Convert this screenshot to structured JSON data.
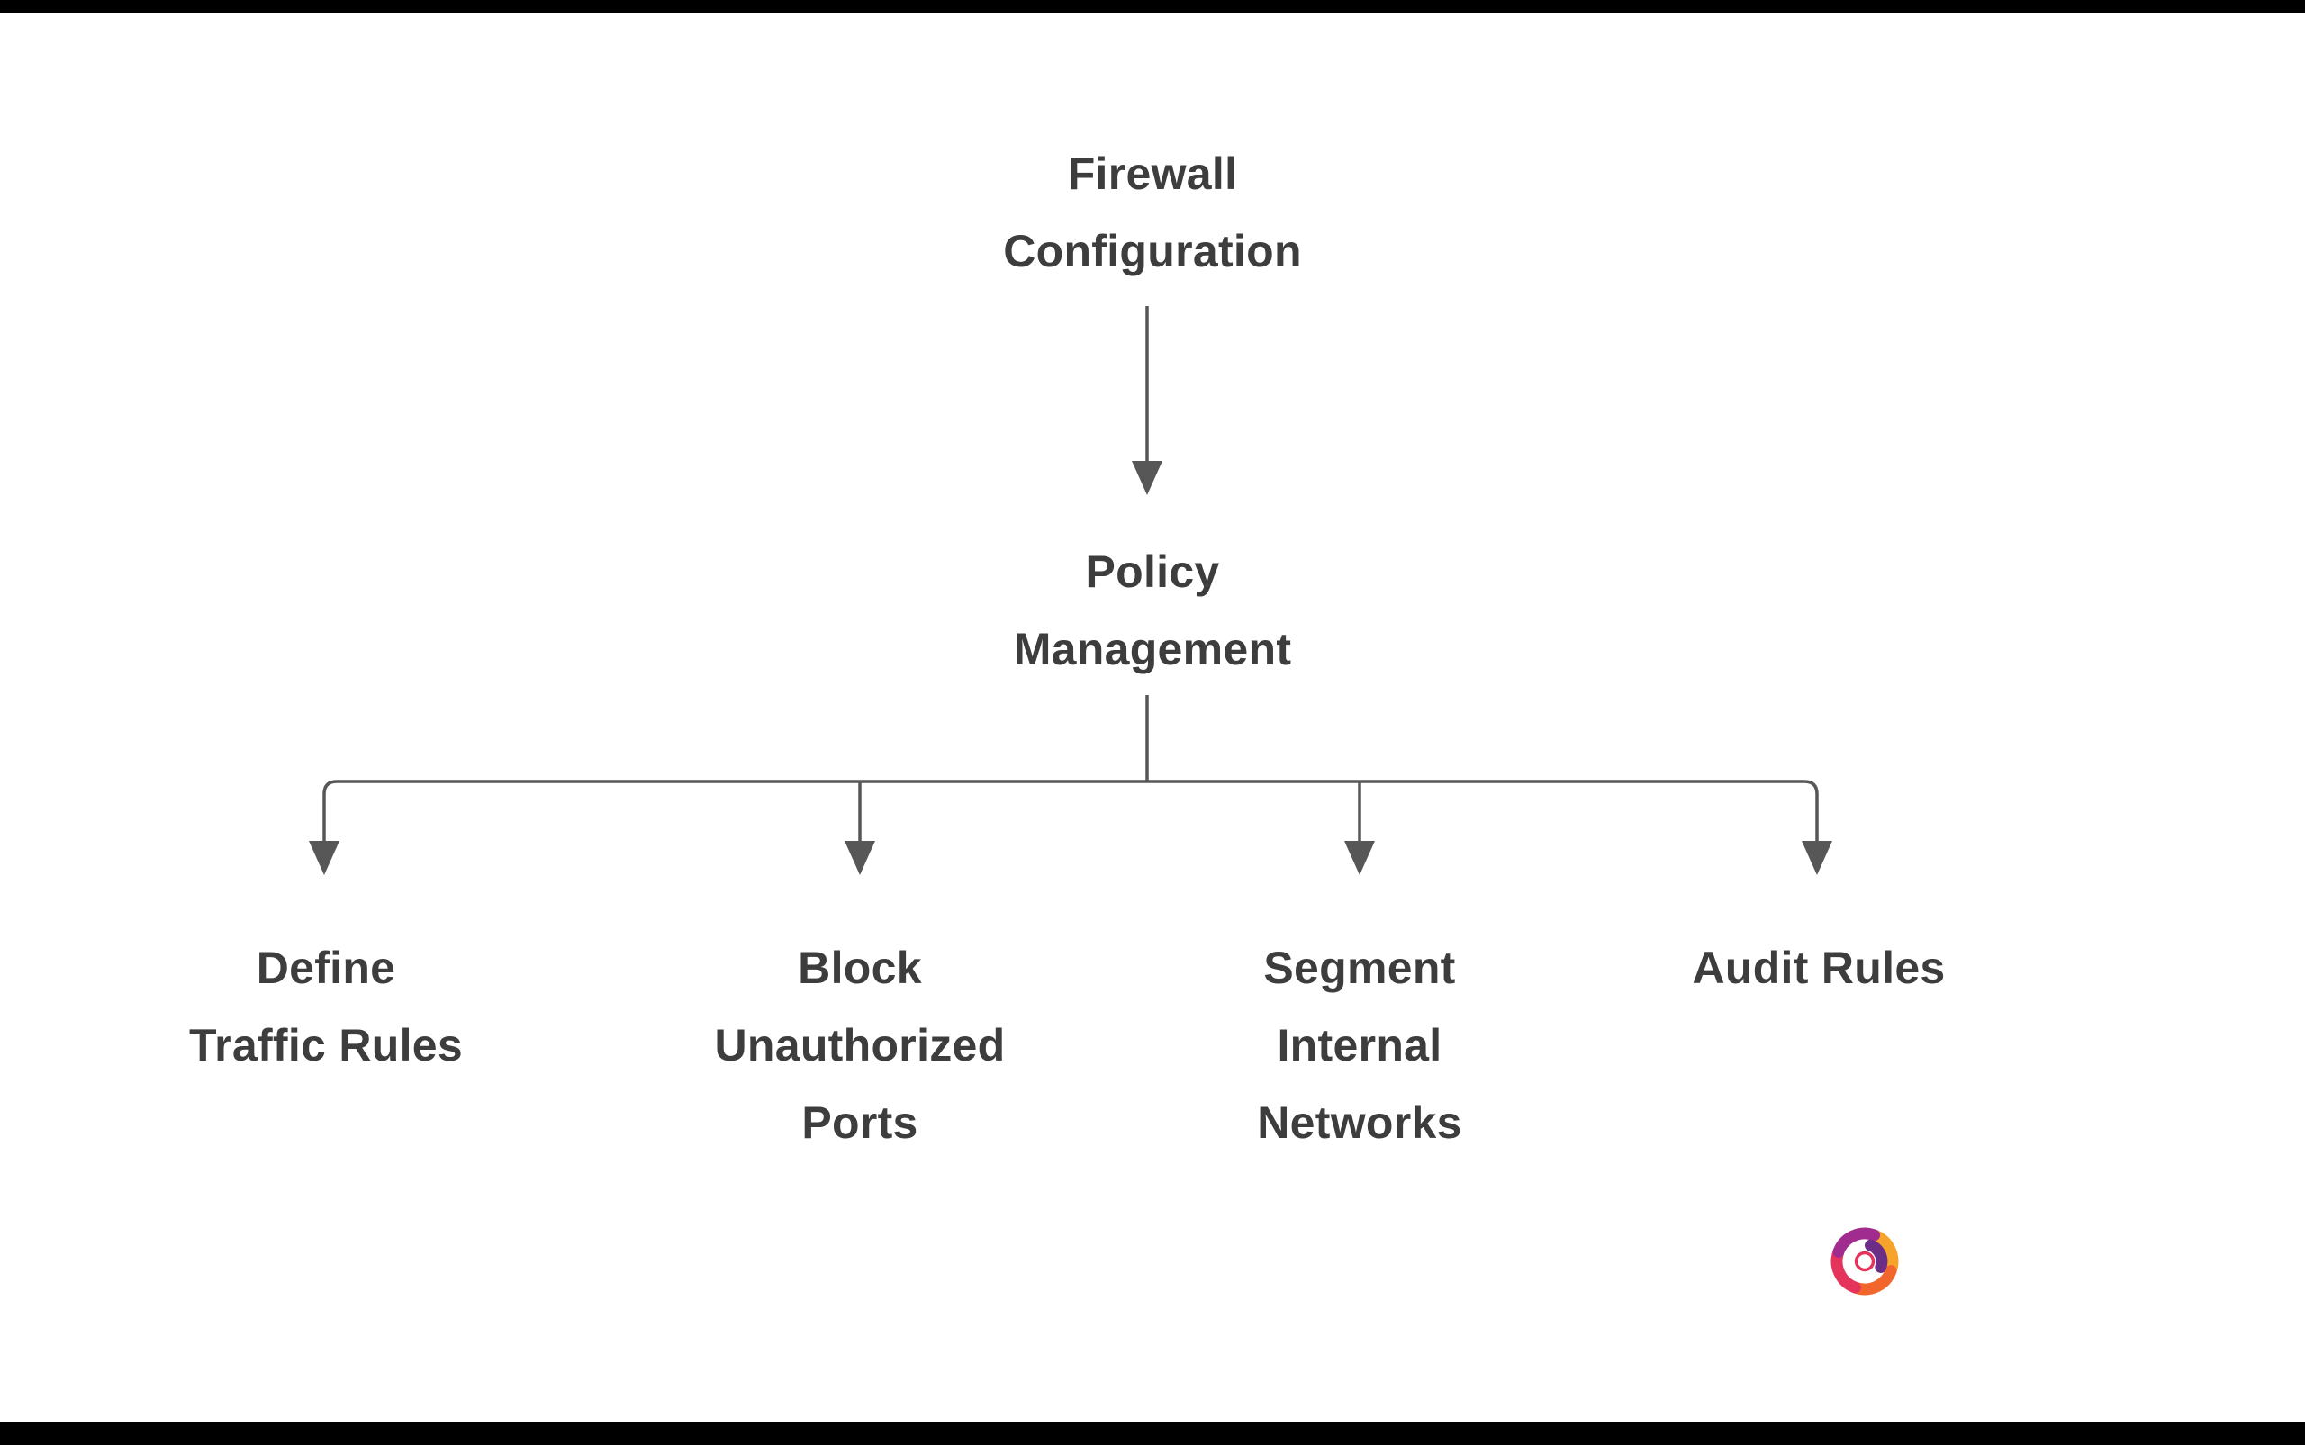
{
  "page": {
    "background": "#ffffff",
    "text_color": "#3d3d3d",
    "line_color": "#575757",
    "letterbox_color": "#000000"
  },
  "diagram": {
    "type": "flowchart",
    "direction": "top-down",
    "nodes": {
      "root": {
        "label": "Firewall\nConfiguration"
      },
      "mid": {
        "label": "Policy\nManagement"
      },
      "c1": {
        "label": "Define\nTraffic Rules"
      },
      "c2": {
        "label": "Block\nUnauthorized\nPorts"
      },
      "c3": {
        "label": "Segment\nInternal\nNetworks"
      },
      "c4": {
        "label": "Audit Rules"
      }
    },
    "edges": [
      {
        "from": "Firewall Configuration",
        "to": "Policy Management"
      },
      {
        "from": "Policy Management",
        "to": "Define Traffic Rules"
      },
      {
        "from": "Policy Management",
        "to": "Block Unauthorized Ports"
      },
      {
        "from": "Policy Management",
        "to": "Segment Internal Networks"
      },
      {
        "from": "Policy Management",
        "to": "Audit Rules"
      }
    ]
  },
  "branding": {
    "logo": "spiral-swirl-logo",
    "logo_colors": [
      "#f2662d",
      "#e5345b",
      "#a12c8f",
      "#6b2d86",
      "#f5a32a"
    ]
  }
}
